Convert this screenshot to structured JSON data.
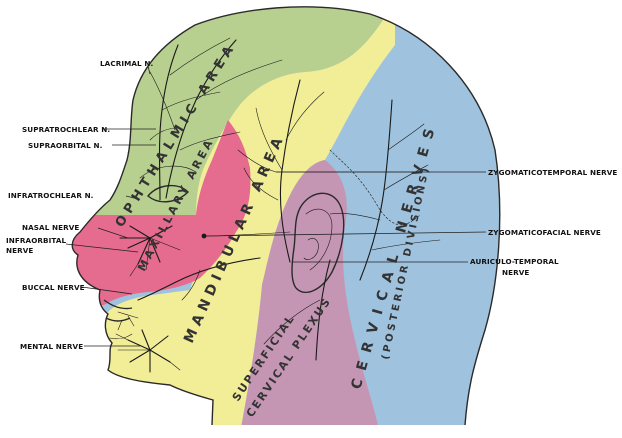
{
  "colors": {
    "ophthalmic": "#b7cf8f",
    "maxillary": "#e56b8f",
    "mandibular": "#f2ee98",
    "cervical": "#9fc3de",
    "superficial_plexus": "#c596b4",
    "background": "#ffffff"
  },
  "areas": {
    "ophthalmic": "OPHTHALMIC AREA",
    "maxillary": "MAXILLARY AREA",
    "mandibular": "MANDIBULAR AREA",
    "cervical_nerves": "CERVICAL NERVES",
    "cervical_sub": "(POSTERIOR DIVISIONS)",
    "superficial_line1": "SUPERFICIAL",
    "superficial_line2": "CERVICAL PLEXUS"
  },
  "labels": {
    "lacrimal": "LACRIMAL N.",
    "supratrochlear": "SUPRATROCHLEAR N.",
    "supraorbital": "SUPRAORBITAL N.",
    "infratrochlear": "INFRATROCHLEAR N.",
    "nasal": "NASAL NERVE",
    "infraorbital_1": "INFRAORBITAL",
    "infraorbital_2": "NERVE",
    "buccal": "BUCCAL NERVE",
    "mental": "MENTAL NERVE",
    "zygomaticotemporal": "ZYGOMATICOTEMPORAL NERVE",
    "zygomaticofacial": "ZYGOMATICOFACIAL NERVE",
    "auriculotemporal_1": "AURICULO-TEMPORAL",
    "auriculotemporal_2": "NERVE"
  }
}
